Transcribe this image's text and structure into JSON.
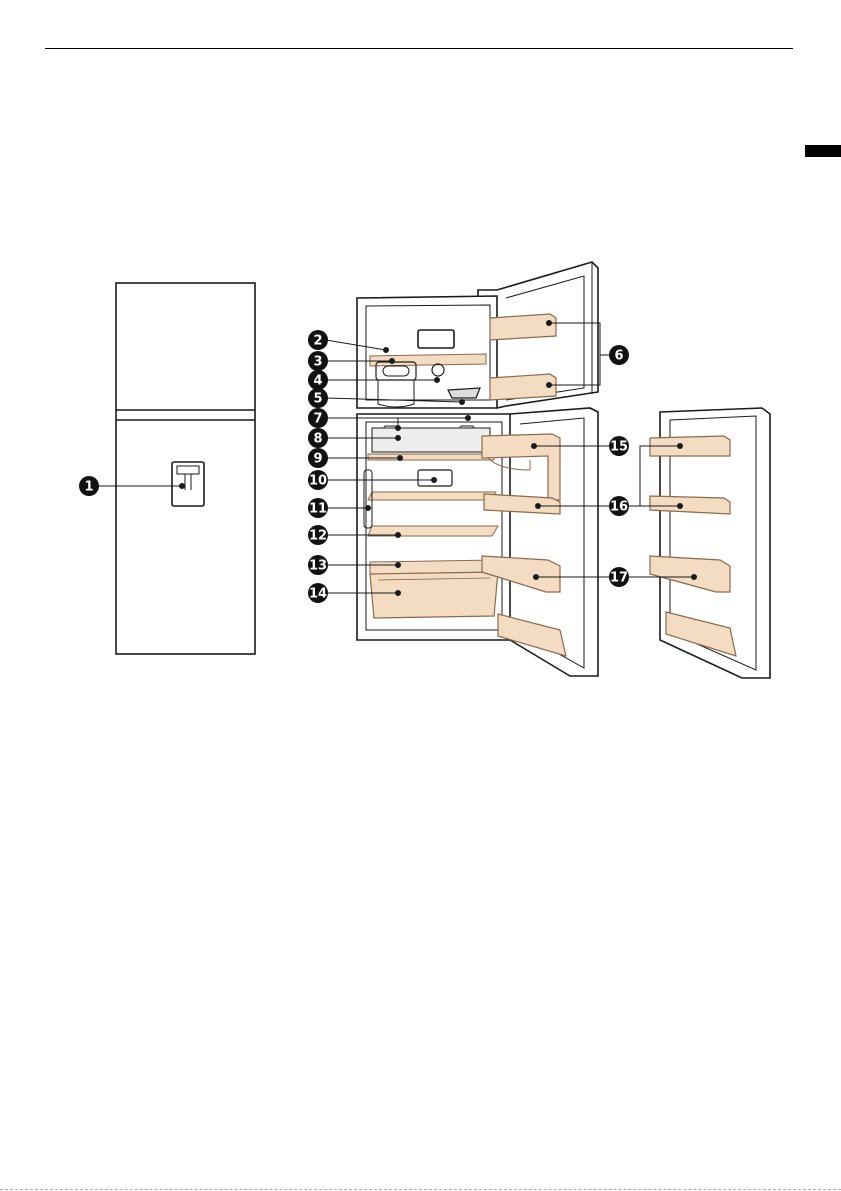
{
  "colors": {
    "outline": "#1a1a1a",
    "part_fill": "#f3dcc2",
    "part_stroke": "#8a6a4a",
    "callout_fill": "#111111",
    "callout_text": "#ffffff"
  },
  "callouts": [
    "1",
    "2",
    "3",
    "4",
    "5",
    "6",
    "7",
    "8",
    "9",
    "10",
    "11",
    "12",
    "13",
    "14",
    "15",
    "16",
    "17"
  ]
}
